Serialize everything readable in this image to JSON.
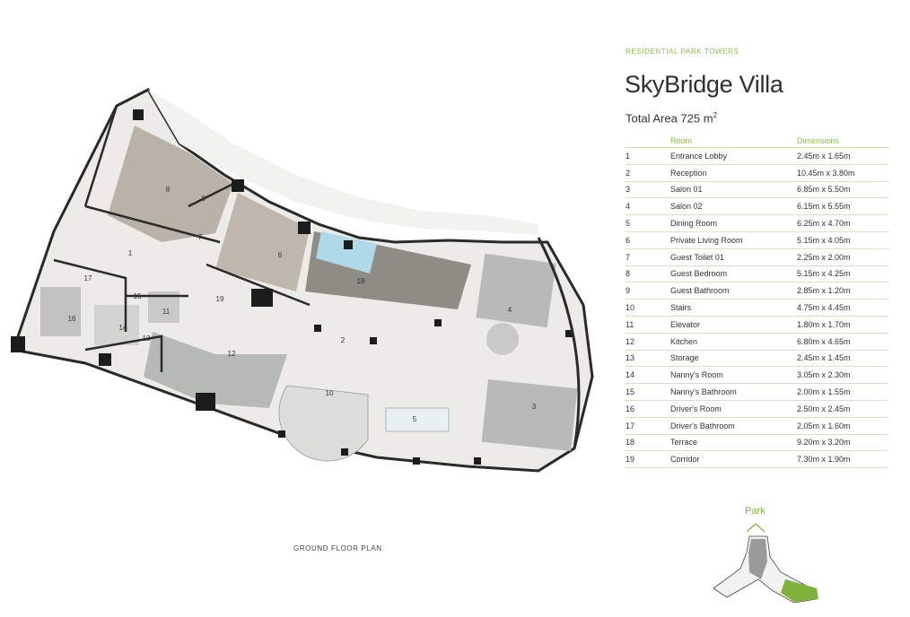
{
  "header": {
    "eyebrow": "RESIDENTIAL PARK TOWERS",
    "title": "SkyBridge Villa",
    "area_label": "Total Area 725 m",
    "area_sup": "2"
  },
  "table": {
    "col_room": "Room",
    "col_dim": "Dimensions",
    "rows": [
      {
        "n": "1",
        "room": "Entrance Lobby",
        "dim": "2.45m x 1.65m"
      },
      {
        "n": "2",
        "room": "Reception",
        "dim": "10.45m x 3.80m"
      },
      {
        "n": "3",
        "room": "Salon 01",
        "dim": "6.85m x 5.50m"
      },
      {
        "n": "4",
        "room": "Salon 02",
        "dim": "6.15m x 5.55m"
      },
      {
        "n": "5",
        "room": "Dining Room",
        "dim": "6.25m x 4.70m"
      },
      {
        "n": "6",
        "room": "Private Living Room",
        "dim": "5.15m x 4.05m"
      },
      {
        "n": "7",
        "room": "Guest Toilet 01",
        "dim": "2.25m x 2.00m"
      },
      {
        "n": "8",
        "room": "Guest Bedroom",
        "dim": "5.15m x 4.25m"
      },
      {
        "n": "9",
        "room": "Guest Bathroom",
        "dim": "2.85m x 1.20m"
      },
      {
        "n": "10",
        "room": "Stairs",
        "dim": "4.75m x 4.45m"
      },
      {
        "n": "11",
        "room": "Elevator",
        "dim": "1.80m x 1.70m"
      },
      {
        "n": "12",
        "room": "Kitchen",
        "dim": "6.80m x 4.65m"
      },
      {
        "n": "13",
        "room": "Storage",
        "dim": "2.45m x 1.45m"
      },
      {
        "n": "14",
        "room": "Nanny's Room",
        "dim": "3.05m x 2.30m"
      },
      {
        "n": "15",
        "room": "Nanny's Bathroom",
        "dim": "2.00m x 1.55m"
      },
      {
        "n": "16",
        "room": "Driver's Room",
        "dim": "2.50m x 2.45m"
      },
      {
        "n": "17",
        "room": "Driver's Bathroom",
        "dim": "2.05m x 1.60m"
      },
      {
        "n": "18",
        "room": "Terrace",
        "dim": "9.20m x 3.20m"
      },
      {
        "n": "19",
        "room": "Corridor",
        "dim": "7.30m x 1.90m"
      }
    ]
  },
  "plan": {
    "caption": "GROUND FLOOR PLAN",
    "labels": {
      "r1": "1",
      "r2": "2",
      "r3": "3",
      "r4": "4",
      "r5": "5",
      "r6": "6",
      "r7": "7",
      "r8": "8",
      "r9": "9",
      "r10": "10",
      "r11": "11",
      "r12": "12",
      "r13": "13",
      "r14": "14",
      "r15": "15",
      "r16": "16",
      "r17": "17",
      "r18": "18",
      "r19": "19"
    }
  },
  "keymap": {
    "label": "Park"
  },
  "colors": {
    "accent": "#8dc23f",
    "wall": "#1e1e1e",
    "floor": "#e9e9e7",
    "wood": "#b7b1a7",
    "terrace_wood": "#8e8a84",
    "pool": "#aed9e8"
  }
}
